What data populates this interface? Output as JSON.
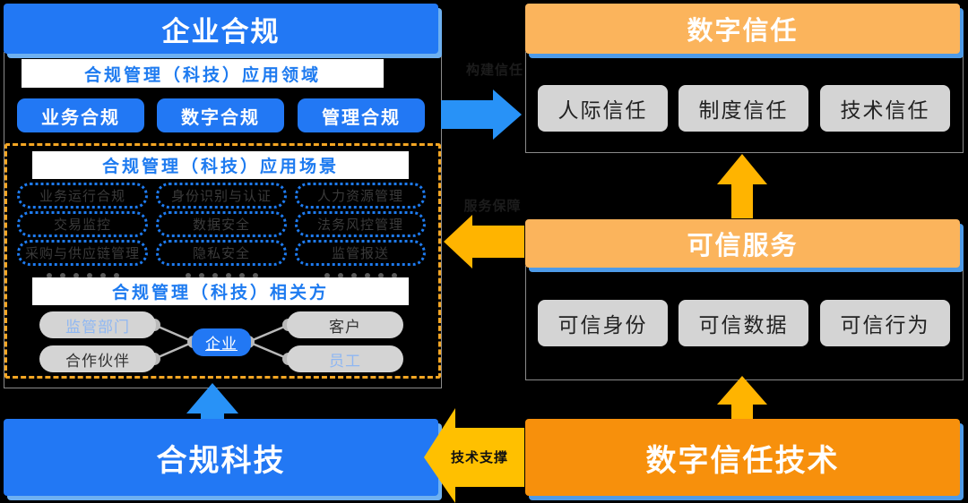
{
  "left_panel": {
    "title": "企业合规",
    "domain_header": "合规管理（科技）应用领域",
    "domains": [
      "业务合规",
      "数字合规",
      "管理合规"
    ],
    "scenario_header": "合规管理（科技）应用场景",
    "scenario_columns": [
      [
        "业务运行合规",
        "交易监控",
        "采购与供应链管理"
      ],
      [
        "身份识别与认证",
        "数据安全",
        "隐私安全"
      ],
      [
        "人力资源管理",
        "法务风控管理",
        "监管报送"
      ]
    ],
    "stakeholder_header": "合规管理（科技）相关方",
    "stakeholders": {
      "center": "企业",
      "top_left": "监管部门",
      "bottom_left": "合作伙伴",
      "top_right": "客户",
      "bottom_right": "员工"
    }
  },
  "right_panel": {
    "trust_title": "数字信任",
    "trust_items": [
      "人际信任",
      "制度信任",
      "技术信任"
    ],
    "service_title": "可信服务",
    "service_items": [
      "可信身份",
      "可信数据",
      "可信行为"
    ]
  },
  "bottom": {
    "left_title": "合规科技",
    "right_title": "数字信任技术"
  },
  "connectors": {
    "build_trust": "构建信任",
    "service_guarantee": "服务保障",
    "tech_support": "技术支撑"
  },
  "colors": {
    "blue": "#2278F4",
    "blue_light": "#6EB0F0",
    "orange_light": "#FBB45C",
    "orange_solid": "#F7900C",
    "amber": "#FFB400",
    "dashed_border": "#F5A623",
    "gray_chip": "#D4D4D4",
    "background": "#000000"
  }
}
